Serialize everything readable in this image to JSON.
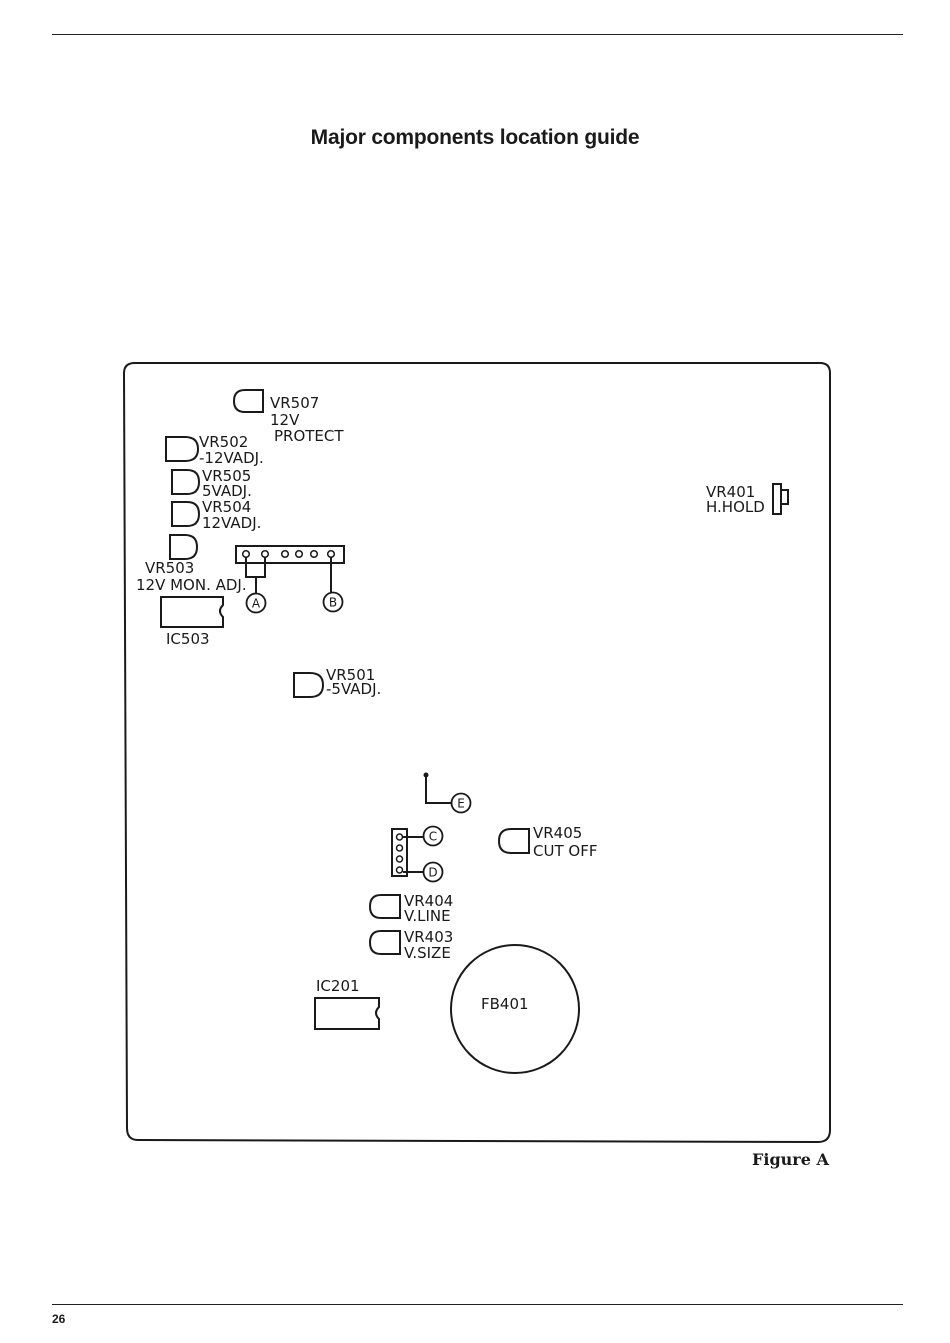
{
  "title": "Major components location guide",
  "figure_caption": "Figure A",
  "page_number": "26",
  "components": {
    "vr507": {
      "name": "VR507",
      "line2": "12V",
      "line3": "PROTECT"
    },
    "vr502": {
      "name": "VR502",
      "line2": "-12VADJ."
    },
    "vr505": {
      "name": "VR505",
      "line2": "5VADJ."
    },
    "vr504": {
      "name": "VR504",
      "line2": "12VADJ."
    },
    "vr503": {
      "name": "VR503",
      "line2": "12V MON. ADJ."
    },
    "ic503": {
      "name": "IC503"
    },
    "vr501": {
      "name": "VR501",
      "line2": "-5VADJ."
    },
    "vr401": {
      "name": "VR401",
      "line2": "H.HOLD"
    },
    "vr405": {
      "name": "VR405",
      "line2": "CUT OFF"
    },
    "vr404": {
      "name": "VR404",
      "line2": "V.LINE"
    },
    "vr403": {
      "name": "VR403",
      "line2": "V.SIZE"
    },
    "ic201": {
      "name": "IC201"
    },
    "fb401": {
      "name": "FB401"
    }
  },
  "test_points": {
    "a": "A",
    "b": "B",
    "c": "C",
    "d": "D",
    "e": "E"
  }
}
